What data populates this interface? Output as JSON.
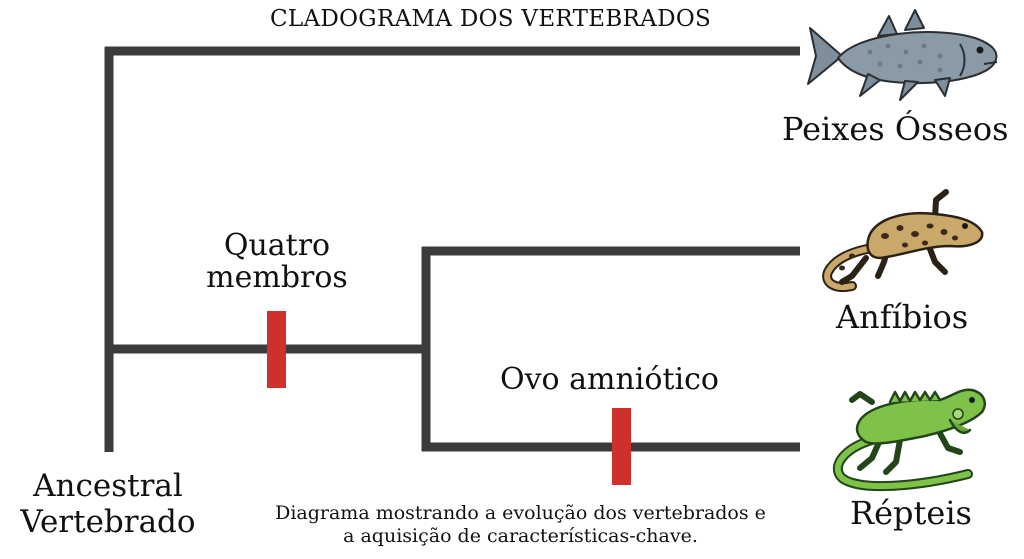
{
  "title": "CLADOGRAMA DOS VERTEBRADOS",
  "root_label_line1": "Ancestral",
  "root_label_line2": "Vertebrado",
  "taxa": {
    "fish": "Peixes Ósseos",
    "amphibians": "Anfíbios",
    "reptiles": "Répteis"
  },
  "traits": {
    "four_limbs_line1": "Quatro",
    "four_limbs_line2": "membros",
    "amniotic_egg": "Ovo amniótico"
  },
  "caption_line1": "Diagrama mostrando a evolução dos vertebrados e",
  "caption_line2": "a aquisição de características-chave.",
  "colors": {
    "branch": "#3b3b3b",
    "trait_marker": "#d0302c",
    "fish_body": "#8a9aa6",
    "amphibian_body": "#c9a86a",
    "amphibian_spots": "#3a2a1a",
    "reptile_body": "#7fc24a"
  },
  "icons": [
    "coelacanth-fish-icon",
    "salamander-icon",
    "iguana-icon"
  ]
}
